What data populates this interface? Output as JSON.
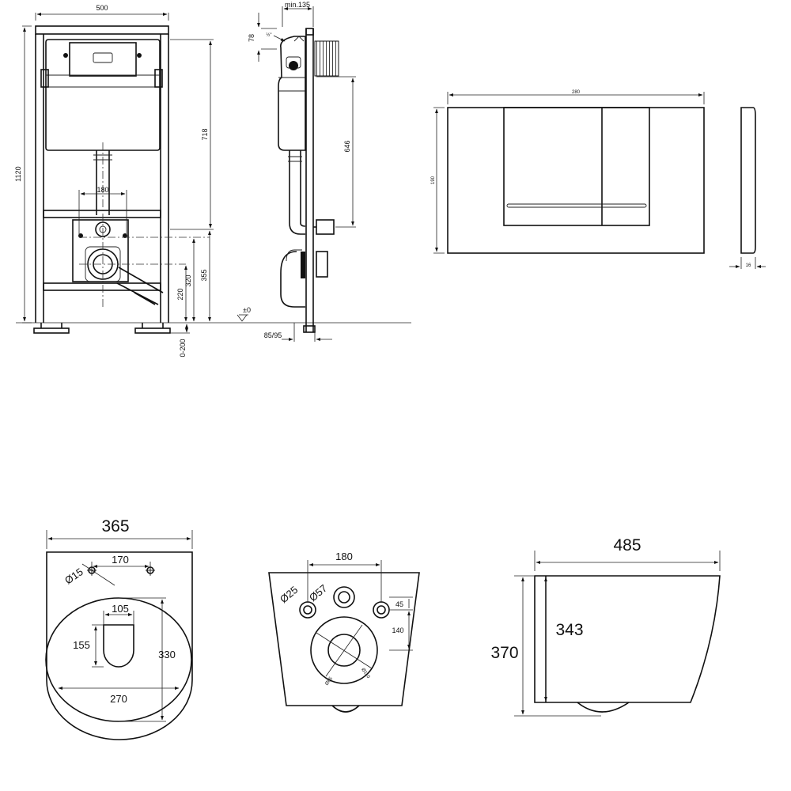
{
  "frame_front": {
    "width": "500",
    "height": "1120",
    "tank_height": "718",
    "inlet_spacing": "180",
    "drain_height": "355",
    "outlet_height": "320",
    "bolt_height": "220",
    "foot_range": "0-200"
  },
  "frame_side": {
    "depth": "min.135",
    "top_offset": "78",
    "pipe_size": "½\"",
    "inlet_height": "646",
    "floor_level": "±0",
    "foot_depth": "85/95"
  },
  "flush_plate": {
    "width": "280",
    "height": "190",
    "thickness": "16"
  },
  "bowl_top": {
    "width": "365",
    "bolt_spacing": "170",
    "bolt_diameter": "Ø15",
    "opening_width": "105",
    "opening_depth": "155",
    "bowl_depth": "330",
    "inner_width": "270"
  },
  "bowl_rear": {
    "bolt_spacing": "180",
    "bolt_hole": "Ø25",
    "inlet_hole": "Ø57",
    "inlet_offset": "45",
    "outlet_height": "140",
    "outlet_inner": "Ø85",
    "outlet_outer": "Ø110"
  },
  "bowl_side": {
    "length": "485",
    "height": "370",
    "body_height": "343"
  }
}
